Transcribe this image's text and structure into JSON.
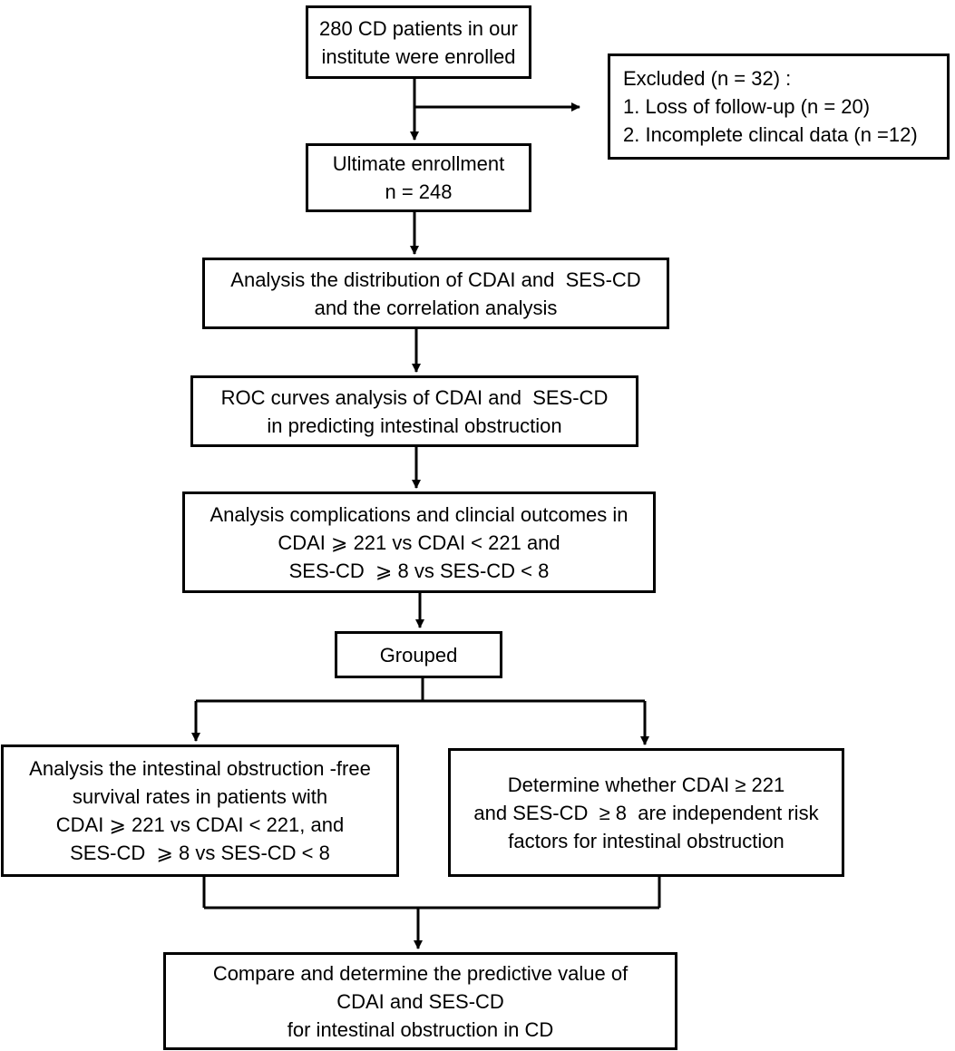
{
  "boxes": {
    "enrolled": [
      "280 CD patients in our",
      "institute were enrolled"
    ],
    "excluded": [
      "Excluded (n = 32) :",
      "1. Loss of follow-up (n = 20)",
      "2. Incomplete clincal data (n =12)"
    ],
    "ultimate": [
      "Ultimate enrollment",
      "n = 248"
    ],
    "distribution": [
      "Analysis the distribution of CDAI and  SES-CD",
      "and the correlation analysis"
    ],
    "roc": [
      "ROC curves analysis of CDAI and  SES-CD",
      "in predicting intestinal obstruction"
    ],
    "complications": [
      "Analysis complications and clincial outcomes in",
      "CDAI ⩾ 221 vs CDAI < 221 and",
      "SES-CD  ⩾ 8 vs SES-CD < 8"
    ],
    "grouped": [
      "Grouped"
    ],
    "survival": [
      "Analysis the intestinal obstruction -free",
      "survival rates in patients with",
      "CDAI ⩾ 221 vs CDAI < 221, and",
      "SES-CD  ⩾ 8 vs SES-CD < 8"
    ],
    "risk": [
      "Determine whether CDAI ≥ 221",
      "and SES-CD  ≥ 8  are independent risk",
      "factors for intestinal obstruction"
    ],
    "predictive": [
      "Compare and determine the predictive value of",
      "CDAI and SES-CD",
      "for intestinal obstruction in CD"
    ]
  }
}
